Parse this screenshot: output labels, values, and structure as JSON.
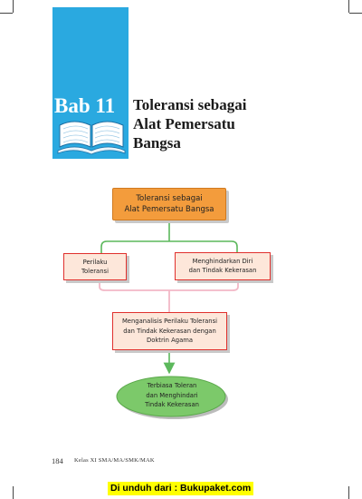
{
  "chapter": {
    "label": "Bab 11",
    "title_lines": [
      "Toleransi sebagai",
      "Alat Pemersatu",
      "Bangsa"
    ]
  },
  "diagram": {
    "top_box": [
      "Toleransi sebagai",
      "Alat Pemersatu Bangsa"
    ],
    "left_box": [
      "Perilaku",
      "Toleransi"
    ],
    "right_box": [
      "Menghindarkan Diri",
      "dan Tindak Kekerasan"
    ],
    "middle_box": [
      "Menganalisis Perilaku Toleransi",
      "dan Tindak Kekerasan dengan",
      "Doktrin Agama"
    ],
    "result_ellipse": [
      "Terbiasa Toleran",
      "dan Menghindari",
      "Tindak Kekerasan"
    ],
    "colors": {
      "top_box_fill": "#f39c3c",
      "box_fill": "#fde7da",
      "box_border": "#e0302d",
      "connector": "#5cb85c",
      "bracket": "#f2b8c6",
      "ellipse_fill": "#7cc96a",
      "chapter_band": "#2aa9e0"
    }
  },
  "footer": {
    "page_number": "184",
    "book_title": "Kelas XI SMA/MA/SMK/MAK"
  },
  "banner": {
    "text": "Di unduh dari : Bukupaket.com"
  }
}
